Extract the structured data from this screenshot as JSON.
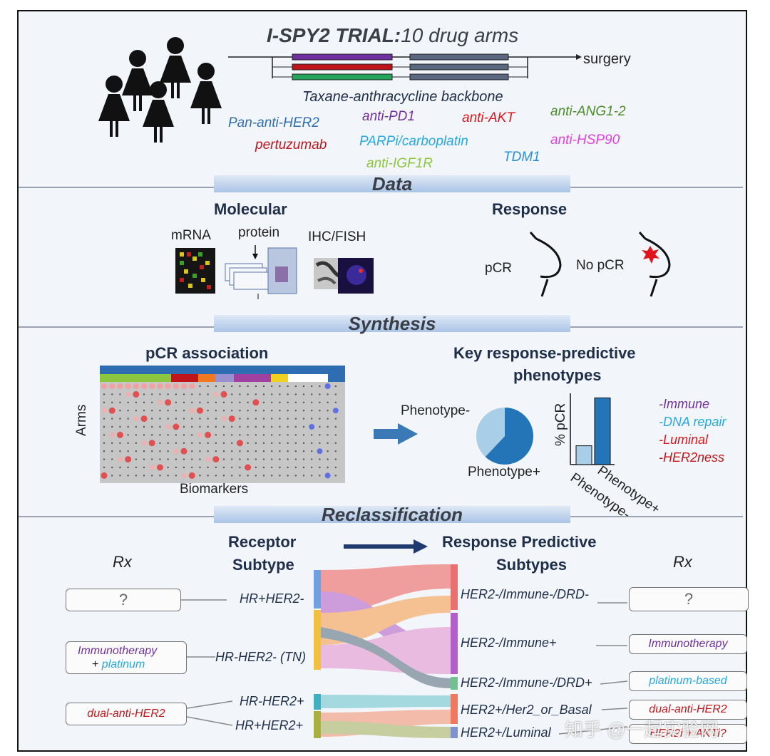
{
  "header": {
    "title_bold": "I-SPY2 TRIAL:",
    "title_rest": "10 drug arms",
    "surgery": "surgery",
    "backbone": "Taxane-anthracycline backbone"
  },
  "drugs": [
    {
      "name": "Pan-anti-HER2",
      "color": "#2f6db3"
    },
    {
      "name": "pertuzumab",
      "color": "#c0161b"
    },
    {
      "name": "anti-PD1",
      "color": "#7030a0"
    },
    {
      "name": "PARPi/carboplatin",
      "color": "#26a9e0"
    },
    {
      "name": "anti-IGF1R",
      "color": "#8cc63f"
    },
    {
      "name": "anti-AKT",
      "color": "#e0161b"
    },
    {
      "name": "TDM1",
      "color": "#2b8fd6"
    },
    {
      "name": "anti-ANG1-2",
      "color": "#4d8c2a"
    },
    {
      "name": "anti-HSP90",
      "color": "#e040e0"
    }
  ],
  "sections": {
    "data": "Data",
    "synthesis": "Synthesis",
    "reclassification": "Reclassification"
  },
  "data_section": {
    "molecular": "Molecular",
    "response": "Response",
    "mrna": "mRNA",
    "protein": "protein",
    "ihc": "IHC/FISH",
    "pcr": "pCR",
    "no_pcr": "No pCR"
  },
  "synthesis_section": {
    "pcr_assoc": "pCR association",
    "arms": "Arms",
    "biomarkers": "Biomarkers",
    "key_title_1": "Key response-predictive",
    "key_title_2": "phenotypes",
    "phen_minus": "Phenotype-",
    "phen_plus": "Phenotype+",
    "pct_pcr": "% pCR",
    "bar_minus": "Phenotype-",
    "bar_plus": "Phenotype+",
    "bar_values": {
      "phenotype_minus": 0.22,
      "phenotype_plus": 0.78
    },
    "pie_values": {
      "phenotype_minus": 0.38,
      "phenotype_plus": 0.62
    },
    "phenotypes": [
      {
        "name": "-Immune",
        "color": "#7030a0"
      },
      {
        "name": "-DNA repair",
        "color": "#26a9e0"
      },
      {
        "name": "-Luminal",
        "color": "#e0161b"
      },
      {
        "name": "-HER2ness",
        "color": "#c0161b"
      }
    ]
  },
  "reclass": {
    "rx_left": "Rx",
    "rx_right": "Rx",
    "receptor_1": "Receptor",
    "receptor_2": "Subtype",
    "resp_1": "Response Predictive",
    "resp_2": "Subtypes",
    "left_boxes": {
      "q": "?",
      "immuno": "Immunotherapy",
      "plus": "+",
      "platinum": "platinum",
      "dual": "dual-anti-HER2"
    },
    "receptor_subtypes": [
      "HR+HER2-",
      "HR-HER2- (TN)",
      "HR-HER2+",
      "HR+HER2+"
    ],
    "response_subtypes": [
      "HER2-/Immune-/DRD-",
      "HER2-/Immune+",
      "HER2-/Immune-/DRD+",
      "HER2+/Her2_or_Basal",
      "HER2+/Luminal"
    ],
    "right_boxes": {
      "q": "?",
      "immuno": "Immunotherapy",
      "platinum": "platinum-based",
      "dual": "dual-anti-HER2",
      "akt": "HER2i + AKTi?"
    }
  },
  "watermark": "知乎 @一起实验网"
}
